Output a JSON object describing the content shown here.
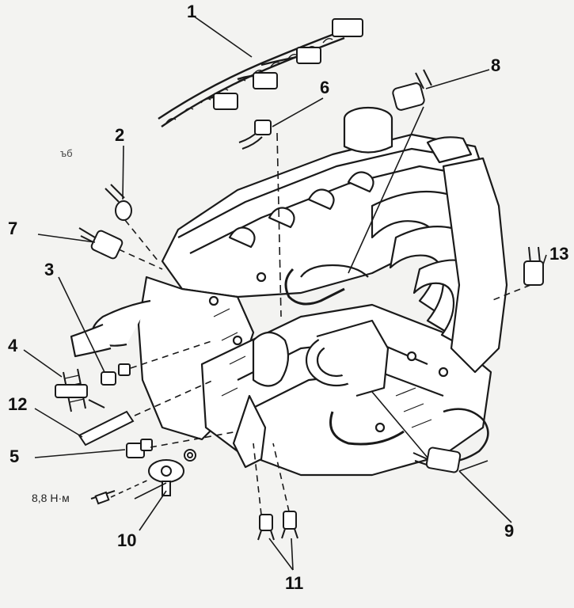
{
  "callouts": [
    "1",
    "2",
    "3",
    "4",
    "5",
    "6",
    "7",
    "8",
    "9",
    "10",
    "11",
    "12",
    "13"
  ],
  "torque_label": "8,8 Н·м",
  "stray_mark": "ъб",
  "colors": {
    "ink": "#1a1a1a",
    "paper": "#f3f3f1"
  }
}
